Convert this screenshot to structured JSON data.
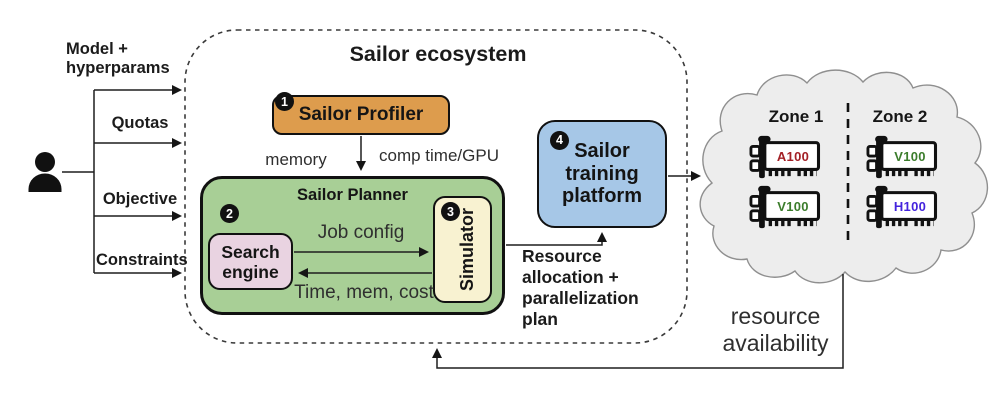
{
  "ecosystem": {
    "title": "Sailor ecosystem"
  },
  "user_inputs": {
    "model": "Model +\nhyperparams",
    "quotas": "Quotas",
    "objective": "Objective",
    "constraints": "Constraints"
  },
  "profiler": {
    "badge": "1",
    "label": "Sailor Profiler"
  },
  "profiler_outputs": {
    "memory": "memory",
    "comp": "comp time/GPU"
  },
  "planner": {
    "badge": "2",
    "label": "Sailor Planner",
    "search_engine": {
      "label": "Search\nengine"
    },
    "simulator": {
      "badge": "3",
      "label": "Simulator"
    },
    "job_config": "Job config",
    "sim_feedback": "Time, mem, cost"
  },
  "platform": {
    "badge": "4",
    "label": "Sailor\ntraining\nplatform"
  },
  "plan_output": "Resource\nallocation +\nparallelization\nplan",
  "resource_availability": "resource\navailability",
  "cloud": {
    "zones": [
      {
        "label": "Zone 1",
        "gpus": [
          {
            "name": "A100",
            "color": "#a32026"
          },
          {
            "name": "V100",
            "color": "#3c7d2c"
          }
        ]
      },
      {
        "label": "Zone 2",
        "gpus": [
          {
            "name": "V100",
            "color": "#3c7d2c"
          },
          {
            "name": "H100",
            "color": "#4424dd"
          }
        ]
      }
    ]
  },
  "colors": {
    "profiler": "#dd9c4d",
    "planner": "#a8cf96",
    "search_engine": "#e9d3e1",
    "simulator": "#f8f2d1",
    "platform": "#a6c7e7",
    "cloud": "#ededed"
  }
}
